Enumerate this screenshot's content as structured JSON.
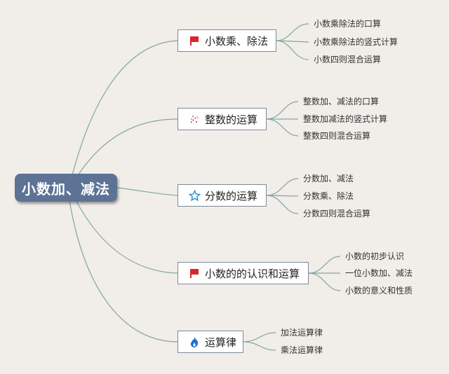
{
  "root": {
    "label": "小数加、减法"
  },
  "branches": [
    {
      "label": "小数乘、除法",
      "icon": "red-flag-icon",
      "children": [
        "小数乘除法的口算",
        "小数乘除法的竖式计算",
        "小数四则混合运算"
      ]
    },
    {
      "label": "整数的运算",
      "icon": "party-popper-icon",
      "children": [
        "整数加、减法的口算",
        "整数加减法的竖式计算",
        "整数四则混合运算"
      ]
    },
    {
      "label": "分数的运算",
      "icon": "star-outline-icon",
      "children": [
        "分数加、减法",
        "分数乘、除法",
        "分数四则混合运算"
      ]
    },
    {
      "label": "小数的的认识和运算",
      "icon": "red-flag-icon",
      "children": [
        "小数的初步认识",
        "一位小数加、减法",
        "小数的意义和性质"
      ]
    },
    {
      "label": "运算律",
      "icon": "flame-icon",
      "children": [
        "加法运算律",
        "乘法运算律"
      ]
    }
  ],
  "colors": {
    "connector": "#7fa8a0",
    "root_fill": "#5d7395",
    "flag": "#d9262b",
    "star": "#2f8fd6",
    "flame": "#1f6fd1"
  }
}
